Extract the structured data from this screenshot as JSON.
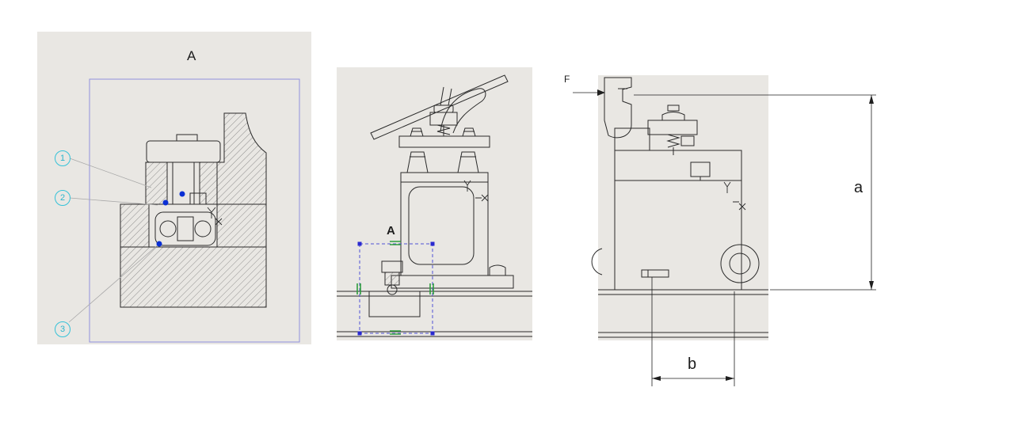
{
  "views": {
    "detail": {
      "title_label": "A",
      "callouts": [
        {
          "number": "1"
        },
        {
          "number": "2"
        },
        {
          "number": "3"
        }
      ]
    },
    "side": {
      "section_label": "A"
    },
    "front": {
      "force_label": "F",
      "height_dim_label": "a",
      "width_dim_label": "b"
    }
  },
  "colors": {
    "panel_background": "#e9e7e3",
    "drawing_line": "#2a2a2a",
    "selection_border": "#9191de",
    "selection_box_border": "#5050d6",
    "selection_handle": "#2a2ad0",
    "callout_accent": "#35c2d8",
    "reference_dot": "#0a2fd4",
    "constraint_mark": "#2e9e3c",
    "leader_line": "#a8a8a8"
  }
}
